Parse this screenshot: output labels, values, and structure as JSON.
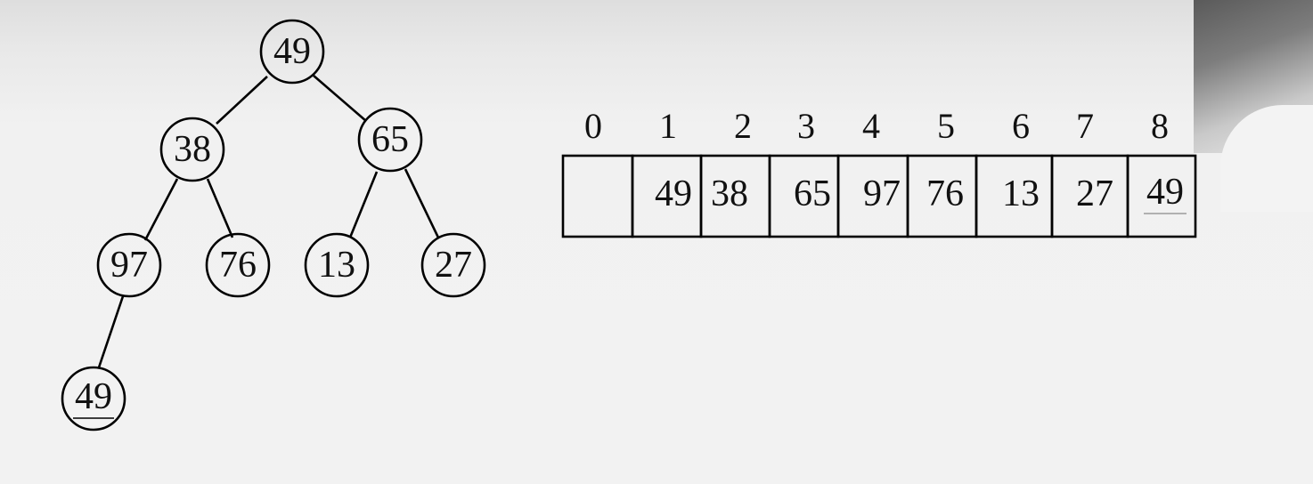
{
  "tree": {
    "nodes": [
      {
        "id": "n1",
        "value": "49",
        "underlined": false
      },
      {
        "id": "n2",
        "value": "38",
        "underlined": false
      },
      {
        "id": "n3",
        "value": "65",
        "underlined": false
      },
      {
        "id": "n4",
        "value": "97",
        "underlined": false
      },
      {
        "id": "n5",
        "value": "76",
        "underlined": false
      },
      {
        "id": "n6",
        "value": "13",
        "underlined": false
      },
      {
        "id": "n7",
        "value": "27",
        "underlined": false
      },
      {
        "id": "n8",
        "value": "49",
        "underlined": true
      }
    ],
    "edges": [
      [
        "n1",
        "n2"
      ],
      [
        "n1",
        "n3"
      ],
      [
        "n2",
        "n4"
      ],
      [
        "n2",
        "n5"
      ],
      [
        "n3",
        "n6"
      ],
      [
        "n3",
        "n7"
      ],
      [
        "n4",
        "n8"
      ]
    ]
  },
  "array": {
    "indices": [
      "0",
      "1",
      "2",
      "3",
      "4",
      "5",
      "6",
      "7",
      "8"
    ],
    "values": [
      "",
      "49",
      "38",
      "65",
      "97",
      "76",
      "13",
      "27",
      "49"
    ],
    "underlined_index": 8
  }
}
